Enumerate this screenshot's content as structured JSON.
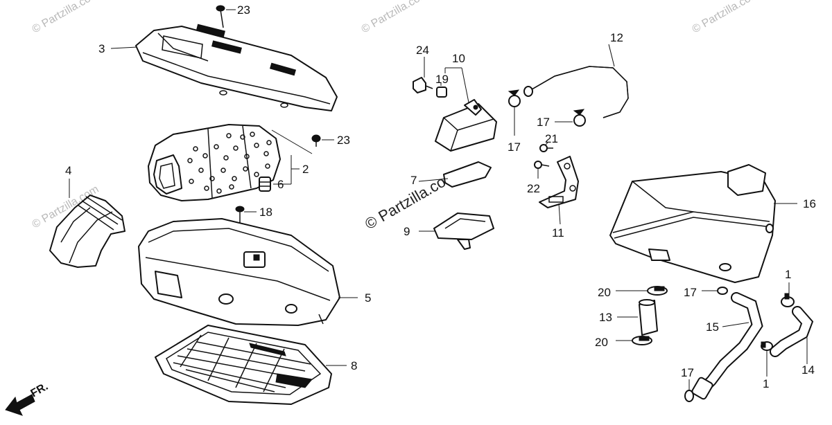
{
  "watermark": {
    "text": "© Partzilla.com",
    "main": "© Partzilla.com"
  },
  "direction_label": "FR.",
  "callouts": {
    "c1a": "1",
    "c1b": "1",
    "c2": "2",
    "c3": "3",
    "c4": "4",
    "c5": "5",
    "c6": "6",
    "c7": "7",
    "c8": "8",
    "c9": "9",
    "c10": "10",
    "c11": "11",
    "c12": "12",
    "c13": "13",
    "c14": "14",
    "c15": "15",
    "c16": "16",
    "c17a": "17",
    "c17b": "17",
    "c17c": "17",
    "c17d": "17",
    "c18": "18",
    "c19": "19",
    "c20a": "20",
    "c20b": "20",
    "c21": "21",
    "c22": "22",
    "c23a": "23",
    "c23b": "23",
    "c24": "24"
  }
}
